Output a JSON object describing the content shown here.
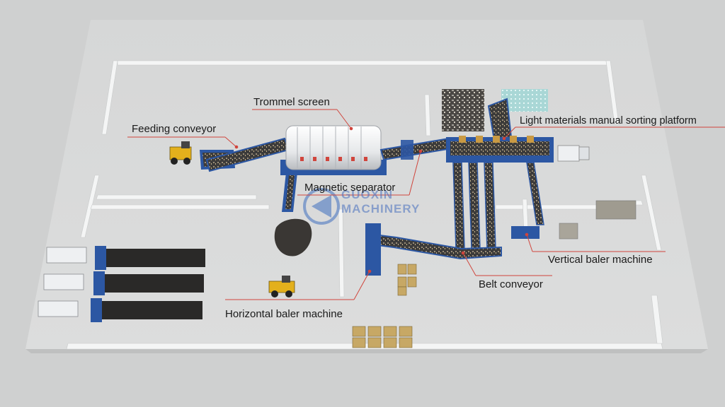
{
  "labels": {
    "trommel_screen": "Trommel screen",
    "feeding_conveyor": "Feeding conveyor",
    "light_materials": "Light materials manual sorting platform",
    "magnetic_separator": "Magnetic separator",
    "vertical_baler": "Vertical baler machine",
    "belt_conveyor": "Belt conveyor",
    "horizontal_baler": "Horizontal baler machine"
  },
  "watermark": {
    "line1": "GUOXIN",
    "line2": "MACHINERY"
  },
  "colors": {
    "leader_line": "#d0453c",
    "equipment_blue": "#2c57a3",
    "trommel_white": "#eef0f2",
    "floor": "#d9dada",
    "wall": "#f3f4f4"
  }
}
